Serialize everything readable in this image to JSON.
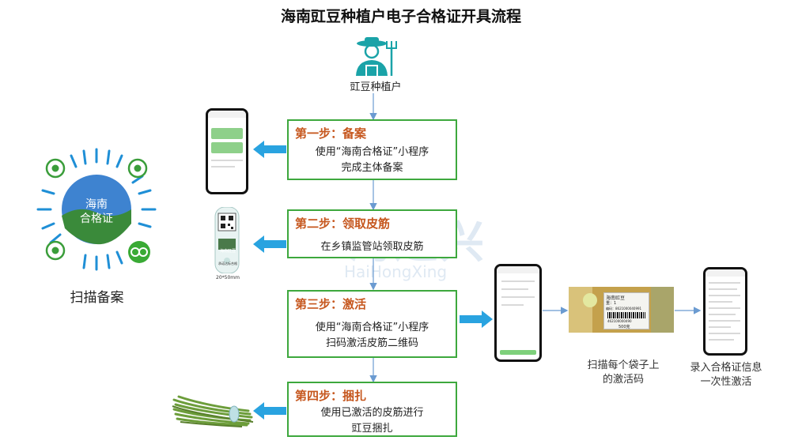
{
  "title": "海南豇豆种植户电子合格证开具流程",
  "farmer": {
    "label": "豇豆种植户"
  },
  "qr": {
    "center_text_line1": "海南",
    "center_text_line2": "合格证",
    "caption": "扫描备案"
  },
  "steps": [
    {
      "title": "第一步：备案",
      "desc_line1": "使用“海南合格证”小程序",
      "desc_line2": "完成主体备案"
    },
    {
      "title": "第二步：领取皮筋",
      "desc_line1": "在乡镇监管站领取皮筋",
      "desc_line2": ""
    },
    {
      "title": "第三步：激活",
      "desc_line1": "使用“海南合格证”小程序",
      "desc_line2": "扫码激活皮筋二维码"
    },
    {
      "title": "第四步：捆扎",
      "desc_line1": "使用已激活的皮筋进行",
      "desc_line2": "豇豆捆扎"
    }
  ],
  "band_label": {
    "line1": "海南豇豆",
    "line2": "承诺达标合格",
    "size": "20*50mm"
  },
  "bag_label": {
    "line1": "海南豇豆",
    "line2": "重：1 ",
    "code1": "编码：8621000040991",
    "code2": "462100000490",
    "weight": "500克"
  },
  "scan_caption": {
    "line1": "扫描每个袋子上",
    "line2": "的激活码"
  },
  "entry_caption": {
    "line1": "录入合格证信息",
    "line2": "一次性激活"
  },
  "watermark": {
    "text": "海进兴",
    "subtext": "HaiHongXing"
  },
  "colors": {
    "accent_green": "#3da83d",
    "step_title": "#c6571e",
    "arrow_blue": "#29a3e0",
    "farmer_teal": "#1aa3a8"
  }
}
